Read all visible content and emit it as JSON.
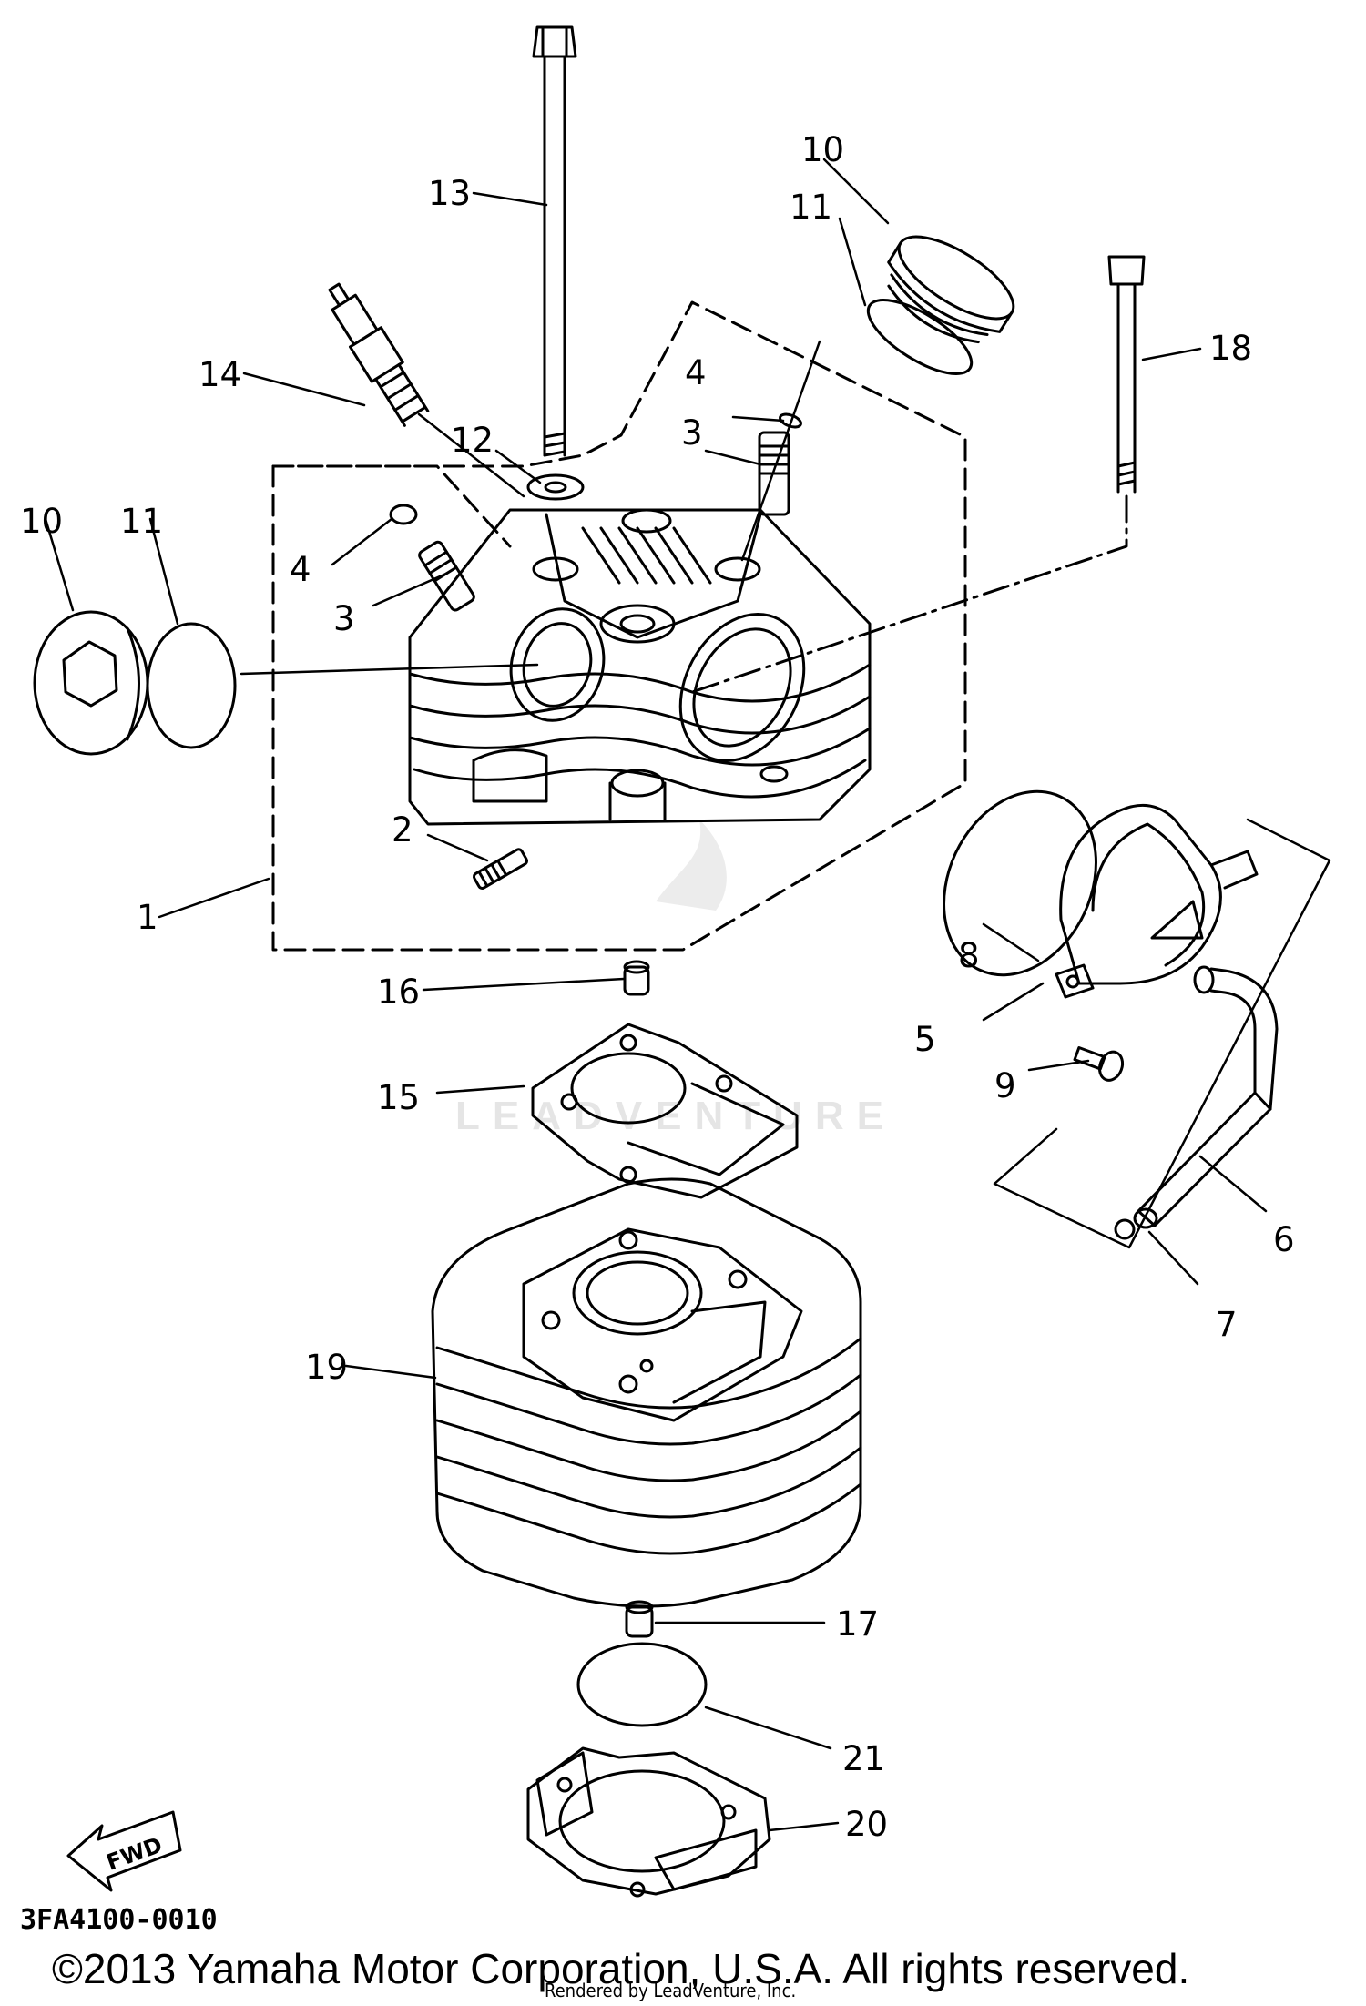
{
  "diagram": {
    "drawing_code": "3FA4100-0010",
    "fwd_label": "FWD",
    "watermark": "LEADVENTURE",
    "copyright": "©2013 Yamaha Motor Corporation, U.S.A. All rights reserved.",
    "rendered_by": "Rendered by LeadVenture, Inc.",
    "callouts": [
      {
        "id": "c1",
        "text": "1"
      },
      {
        "id": "c2",
        "text": "2"
      },
      {
        "id": "c3a",
        "text": "3"
      },
      {
        "id": "c3b",
        "text": "3"
      },
      {
        "id": "c4a",
        "text": "4"
      },
      {
        "id": "c4b",
        "text": "4"
      },
      {
        "id": "c5",
        "text": "5"
      },
      {
        "id": "c6",
        "text": "6"
      },
      {
        "id": "c7",
        "text": "7"
      },
      {
        "id": "c8",
        "text": "8"
      },
      {
        "id": "c9",
        "text": "9"
      },
      {
        "id": "c10a",
        "text": "10"
      },
      {
        "id": "c10b",
        "text": "10"
      },
      {
        "id": "c11a",
        "text": "11"
      },
      {
        "id": "c11b",
        "text": "11"
      },
      {
        "id": "c12",
        "text": "12"
      },
      {
        "id": "c13",
        "text": "13"
      },
      {
        "id": "c14",
        "text": "14"
      },
      {
        "id": "c15",
        "text": "15"
      },
      {
        "id": "c16",
        "text": "16"
      },
      {
        "id": "c17",
        "text": "17"
      },
      {
        "id": "c18",
        "text": "18"
      },
      {
        "id": "c19",
        "text": "19"
      },
      {
        "id": "c20",
        "text": "20"
      },
      {
        "id": "c21",
        "text": "21"
      }
    ]
  }
}
